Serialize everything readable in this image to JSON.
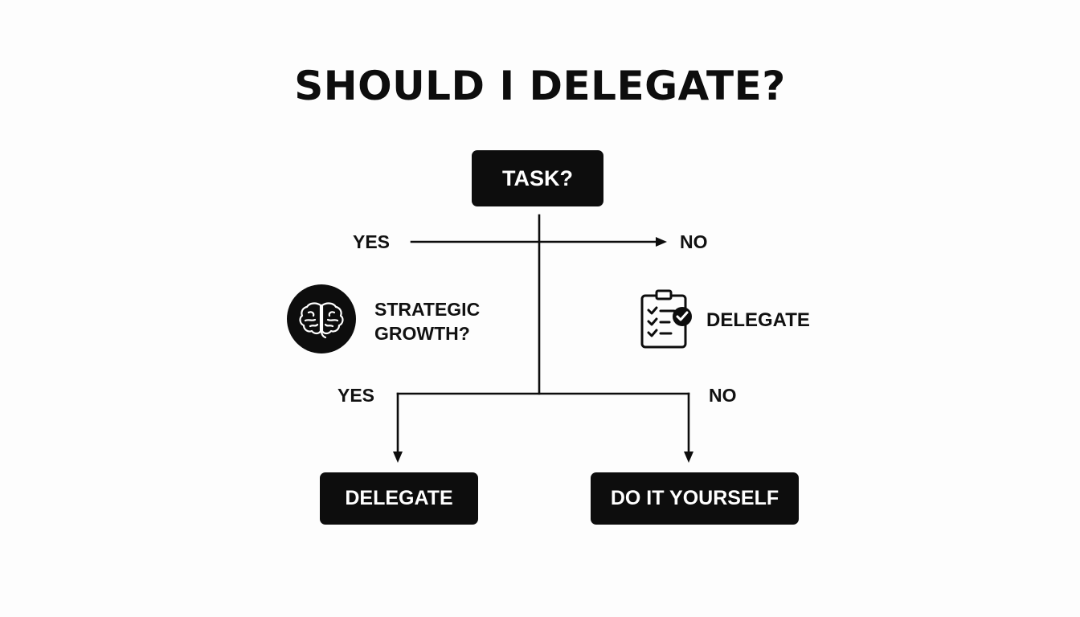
{
  "title": "SHOULD I DELEGATE?",
  "nodes": {
    "task": "TASK?",
    "delegate_bottom": "DELEGATE",
    "do_it_yourself": "DO IT YOURSELF"
  },
  "branches": {
    "top_yes": "YES",
    "top_no": "NO",
    "bottom_yes": "YES",
    "bottom_no": "NO"
  },
  "annotations": {
    "strategic_line1": "STRATEGIC",
    "strategic_line2": "GROWTH?",
    "delegate_side": "DELEGATE"
  },
  "icons": {
    "strategic": "brain-icon",
    "delegate_side": "clipboard-check-icon"
  },
  "colors": {
    "ink": "#0d0d0d",
    "background": "#fdfdfd",
    "box_text": "#ffffff"
  }
}
